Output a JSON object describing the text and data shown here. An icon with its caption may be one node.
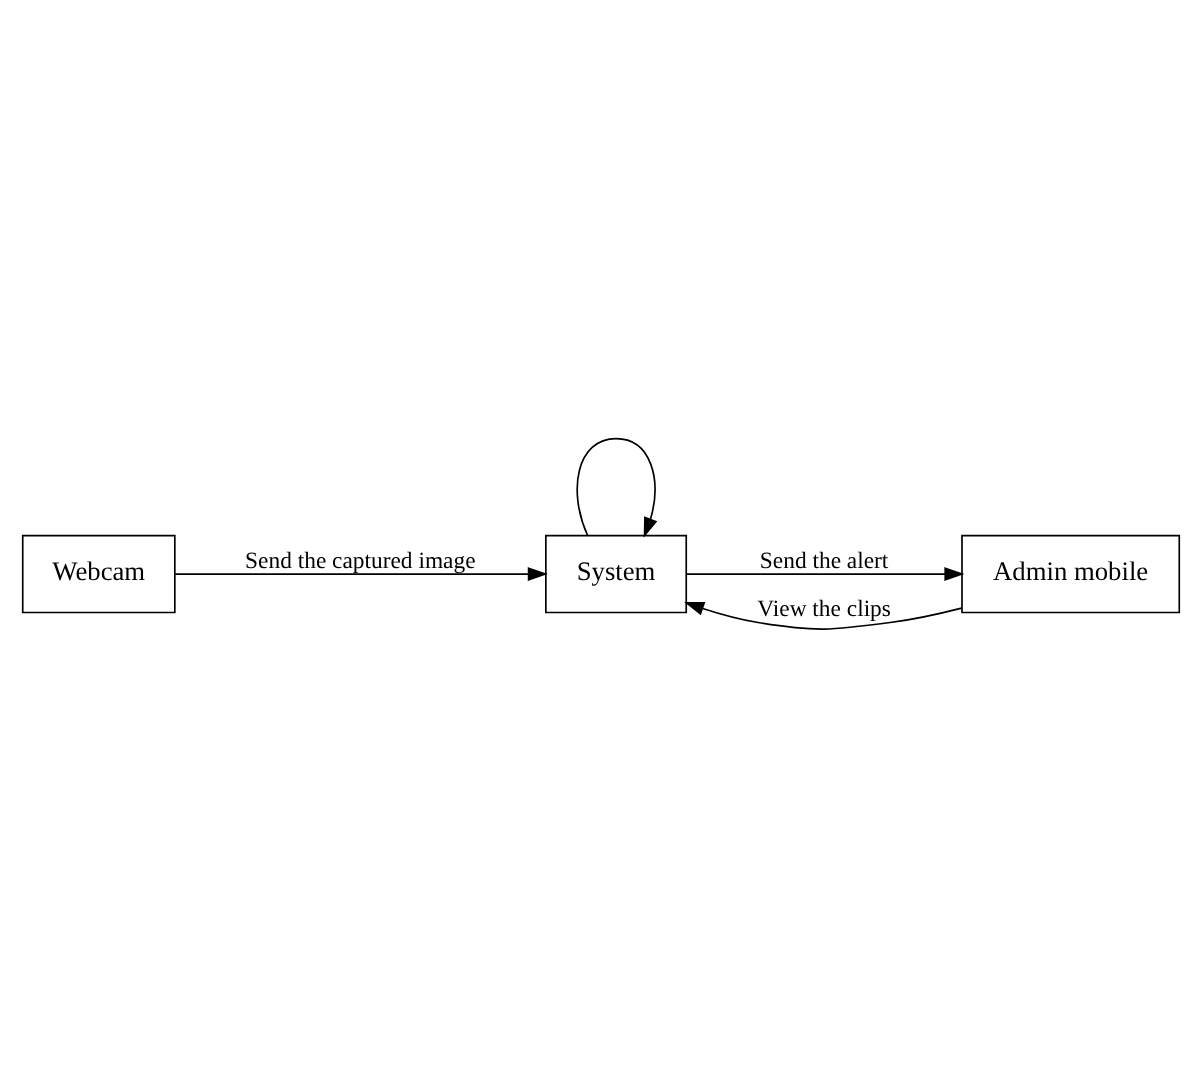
{
  "diagram": {
    "nodes": [
      {
        "text": [
          "Webcam"
        ]
      },
      {
        "text": [
          "System"
        ]
      },
      {
        "text": [
          "Admin mobile"
        ]
      }
    ],
    "edges": [
      {
        "from": 0,
        "to": 1,
        "arrow": "to",
        "label": "Send the captured image"
      },
      {
        "from": 1,
        "to": 1,
        "arrow": "to"
      },
      {
        "from": 1,
        "to": 2,
        "arrow": "to",
        "label": "Send the alert"
      },
      {
        "from": 2,
        "to": 1,
        "arrow": "to",
        "label": "View the clips"
      }
    ]
  }
}
